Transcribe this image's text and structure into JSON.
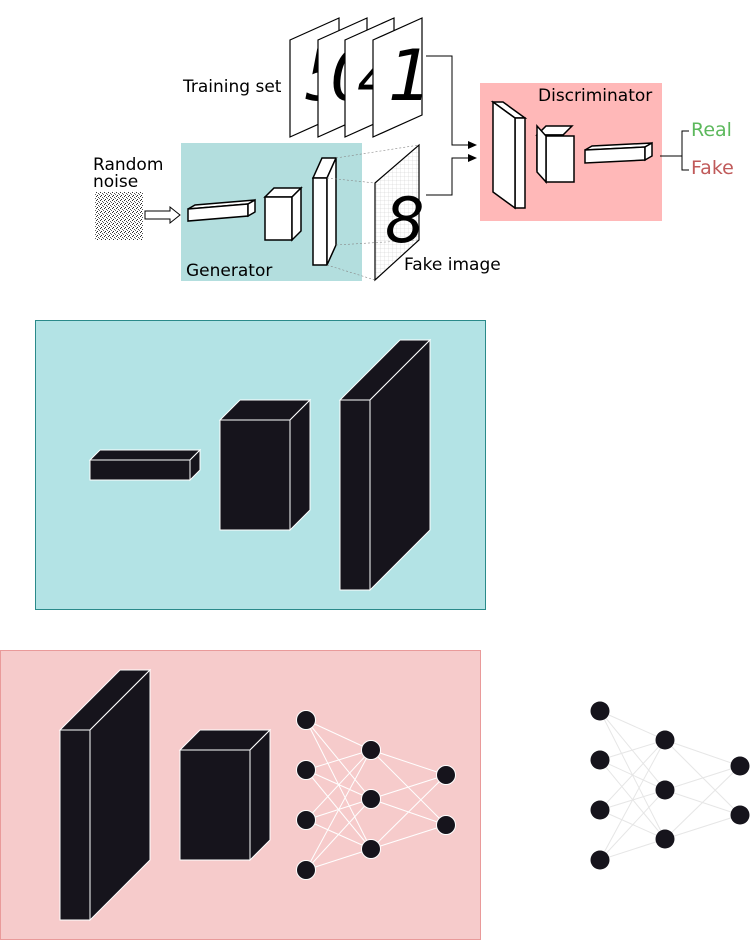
{
  "labels": {
    "training_set": "Training set",
    "random": "Random",
    "noise": "noise",
    "generator": "Generator",
    "fake_image": "Fake image",
    "discriminator": "Discriminator",
    "real": "Real",
    "fake": "Fake"
  },
  "digits": {
    "fake_digit": "8",
    "training_digits": [
      "5",
      "0",
      "4",
      "1"
    ]
  },
  "colors": {
    "generator_panel": "#b3dede",
    "generator_panel_large": "#b3e3e5",
    "generator_panel_border": "#2a8a8a",
    "discriminator_panel": "#ffb8b8",
    "discriminator_panel_large": "#f6cbcb",
    "discriminator_panel_border": "#e99a9a",
    "real_text": "#5cb85c",
    "fake_text": "#c05a5a",
    "block_fill": "#16141c"
  },
  "networks": {
    "discriminator_head_layers": [
      4,
      3,
      2
    ],
    "standalone_layers": [
      4,
      3,
      2
    ]
  }
}
